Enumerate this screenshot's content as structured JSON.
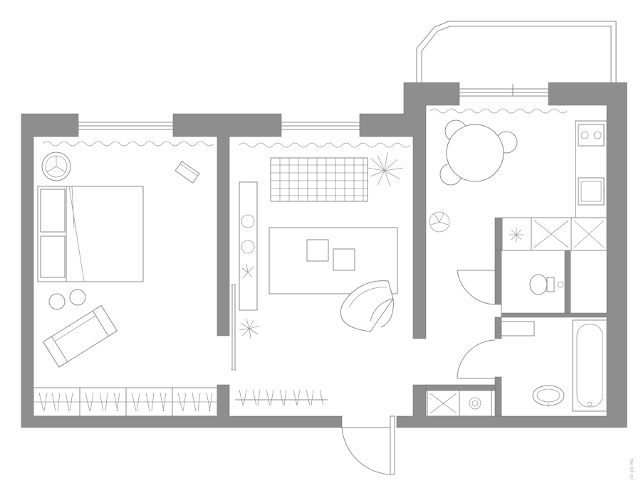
{
  "plan": {
    "kind": "apartment floor plan",
    "rooms": [
      {
        "id": "bedroom",
        "items": [
          "double-bed",
          "round-side-table",
          "armchair",
          "footstool",
          "wardrobe",
          "window"
        ]
      },
      {
        "id": "living-room",
        "items": [
          "sofa",
          "coffee-table",
          "armchair",
          "shelf",
          "plants",
          "wardrobe",
          "window"
        ]
      },
      {
        "id": "kitchen",
        "items": [
          "round-table",
          "chairs",
          "stove",
          "sink",
          "counter",
          "window"
        ]
      },
      {
        "id": "toilet",
        "items": [
          "toilet"
        ]
      },
      {
        "id": "bathroom",
        "items": [
          "bathtub",
          "washbasin"
        ]
      },
      {
        "id": "hall",
        "items": [
          "entrance-door",
          "shoe-cabinet"
        ]
      },
      {
        "id": "balcony",
        "items": []
      }
    ],
    "colors": {
      "wall": "#8e8e8e",
      "line": "#8a8a8a",
      "background": "#ffffff"
    }
  },
  "watermark": {
    "text": "JO-JO.RU"
  }
}
